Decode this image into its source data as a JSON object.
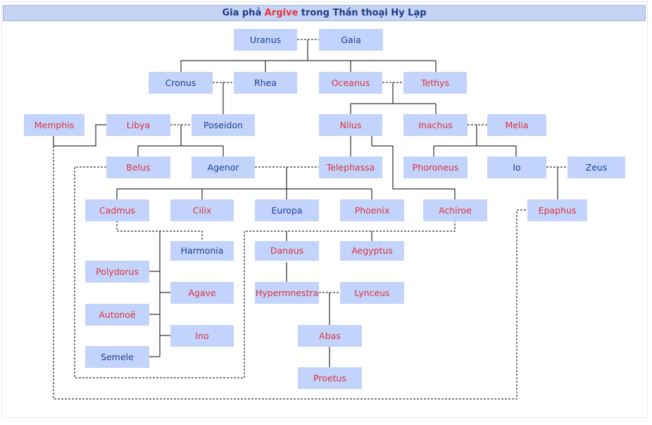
{
  "title": {
    "prefix": "Gia phả ",
    "highlight": "Argive",
    "middle": " trong ",
    "suffix": "Thần thoại Hy Lạp"
  },
  "colors": {
    "title_bg": "#c5d4f4",
    "node_bg": "#c2d4fb",
    "red_text": "#e0303c",
    "blue_text": "#1e3f8f"
  },
  "nodes": {
    "uranus": "Uranus",
    "gaia": "Gaia",
    "cronus": "Cronus",
    "rhea": "Rhea",
    "oceanus": "Oceanus",
    "tethys": "Tethys",
    "memphis": "Memphis",
    "libya": "Libya",
    "poseidon": "Poseidon",
    "nilus": "Nilus",
    "inachus": "Inachus",
    "melia": "Melia",
    "belus": "Belus",
    "agenor": "Agenor",
    "telephassa": "Telephassa",
    "phoroneus": "Phoroneus",
    "io": "Io",
    "zeus": "Zeus",
    "cadmus": "Cadmus",
    "cilix": "Cilix",
    "europa": "Europa",
    "phoenix": "Phoenix",
    "achiroe": "Achiroe",
    "epaphus": "Epaphus",
    "harmonia": "Harmonia",
    "polydorus": "Polydorus",
    "agave": "Agave",
    "autonoe": "Autonoë",
    "ino": "Ino",
    "semele": "Semele",
    "danaus": "Danaus",
    "aegyptus": "Aegyptus",
    "hypermnestra": "Hypermnestra",
    "lynceus": "Lynceus",
    "abas": "Abas",
    "proetus": "Proetus"
  }
}
